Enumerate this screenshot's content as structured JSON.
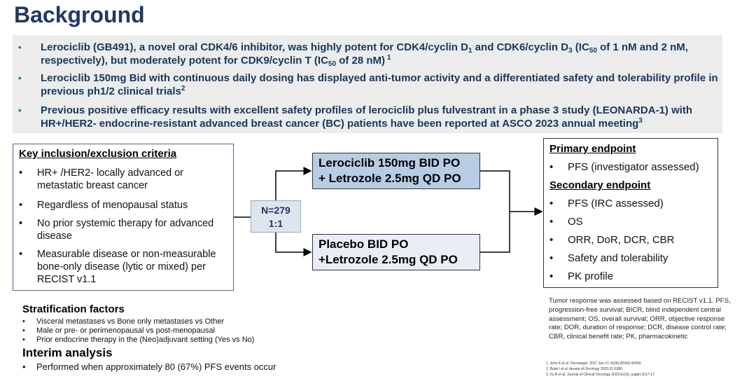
{
  "title": "Background",
  "background_items": [
    {
      "html": "Lerociclib (GB491), a novel oral CDK4/6 inhibitor, was highly potent for CDK4/cyclin D<sub>1</sub> and CDK6/cyclin D<sub>3</sub> (IC<sub>50</sub> of 1 nM and 2 nM, respectively), but moderately potent for CDK9/cyclin T (IC<sub>50</sub> of 28 nM)<sup> 1</sup>"
    },
    {
      "html": "Lerociclib 150mg Bid with continuous daily dosing has displayed anti-tumor activity and a differentiated safety and tolerability profile in previous ph1/2 clinical trials<sup>2</sup>"
    },
    {
      "html": "Previous positive efficacy results with excellent safety profiles of lerociclib plus fulvestrant in a phase 3 study (LEONARDA-1) with HR+/HER2- endocrine-resistant advanced breast cancer (BC) patients have been reported at ASCO 2023 annual meeting<sup>3</sup>"
    }
  ],
  "bullet_dot": "•",
  "criteria": {
    "heading": "Key inclusion/exclusion criteria",
    "items": [
      "HR+ /HER2- locally advanced or metastatic breast cancer",
      "Regardless of menopausal status",
      "No prior systemic therapy for advanced disease",
      "Measurable disease or non-measurable bone-only disease (lytic or mixed) per RECIST v1.1"
    ]
  },
  "randomization": {
    "n": "N=279",
    "ratio": "1:1"
  },
  "arms": [
    {
      "line1": "Lerociclib 150mg BID PO",
      "line2": "+ Letrozole 2.5mg QD PO"
    },
    {
      "line1": "Placebo BID PO",
      "line2": "+Letrozole 2.5mg QD PO"
    }
  ],
  "endpoints": {
    "primary_heading": "Primary endpoint",
    "primary": [
      "PFS (investigator assessed)"
    ],
    "secondary_heading": "Secondary endpoint",
    "secondary": [
      "PFS (IRC assessed)",
      "OS",
      "ORR, DoR, DCR, CBR",
      "Safety and tolerability",
      "PK profile"
    ]
  },
  "stratification": {
    "heading": "Stratification factors",
    "items": [
      "Visceral metastases vs Bone only metastases vs Other",
      "Male or pre- or perimenopausal vs post-menopausal",
      "Prior endocrine therapy in the (Neo)adjuvant setting (Yes vs No)"
    ]
  },
  "interim": {
    "heading": "Interim analysis",
    "item": "Performed when approximately 80 (67%) PFS events occur"
  },
  "footnote": "Tumor response was assessed based on RECIST v1.1. PFS, progression-free survival; BICR, blind independent central assessment; OS, overall survival; ORR, objective response rate; DOR, duration of response; DCR, disease control rate; CBR, clinical benefit rate; PK, pharmacokinetic",
  "references": [
    "1. John E et al. Oncotarget. 2017 Jun 27; 8(26):42343-42358.",
    "2. Bulat I et al. Annals of Oncology 2020;31:S380.",
    "3. Xu B et al. Journal of Clinical Oncology 2023;41(16_suppl):1017-17."
  ],
  "colors": {
    "title": "#1f3864",
    "bullet_green": "#0a8a4a",
    "arm1_fill": "#b8cce4",
    "arm2_fill": "#e9eef5",
    "band": "#ececec"
  }
}
